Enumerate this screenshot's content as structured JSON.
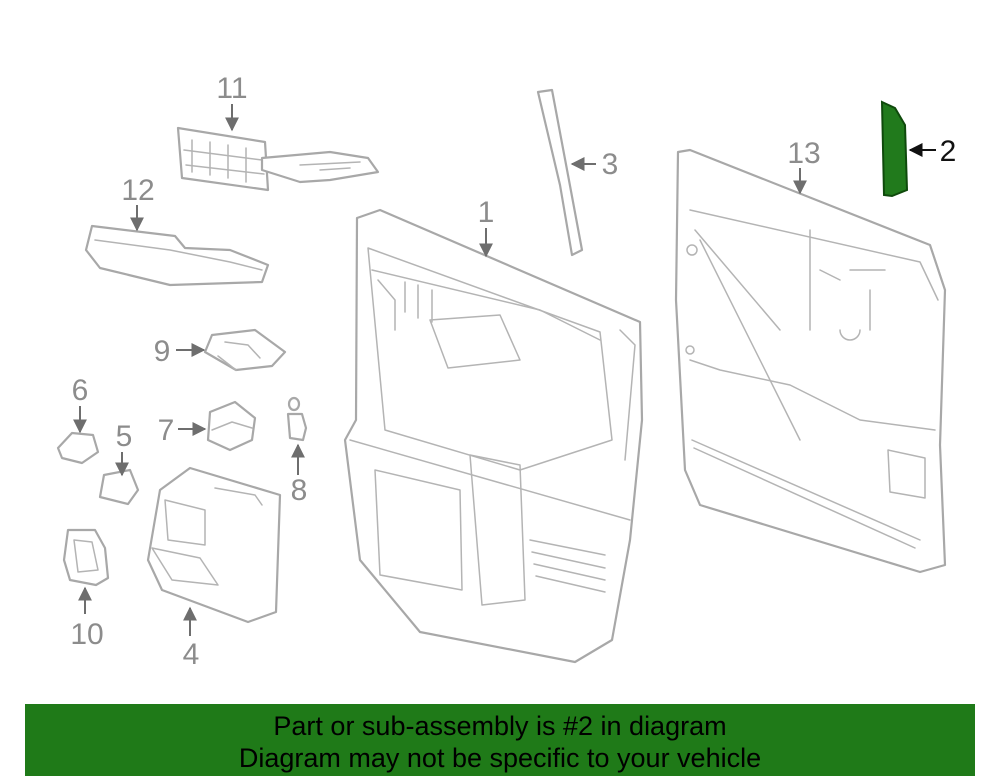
{
  "callouts": {
    "c1": "1",
    "c2": "2",
    "c3": "3",
    "c4": "4",
    "c5": "5",
    "c6": "6",
    "c7": "7",
    "c8": "8",
    "c9": "9",
    "c10": "10",
    "c11": "11",
    "c12": "12",
    "c13": "13"
  },
  "highlight": {
    "part": "2",
    "color": "#217a1c"
  },
  "banner": {
    "line1": "Part or sub-assembly is #2 in diagram",
    "line2": "Diagram may not be specific to your vehicle",
    "color": "#1f7a18"
  }
}
